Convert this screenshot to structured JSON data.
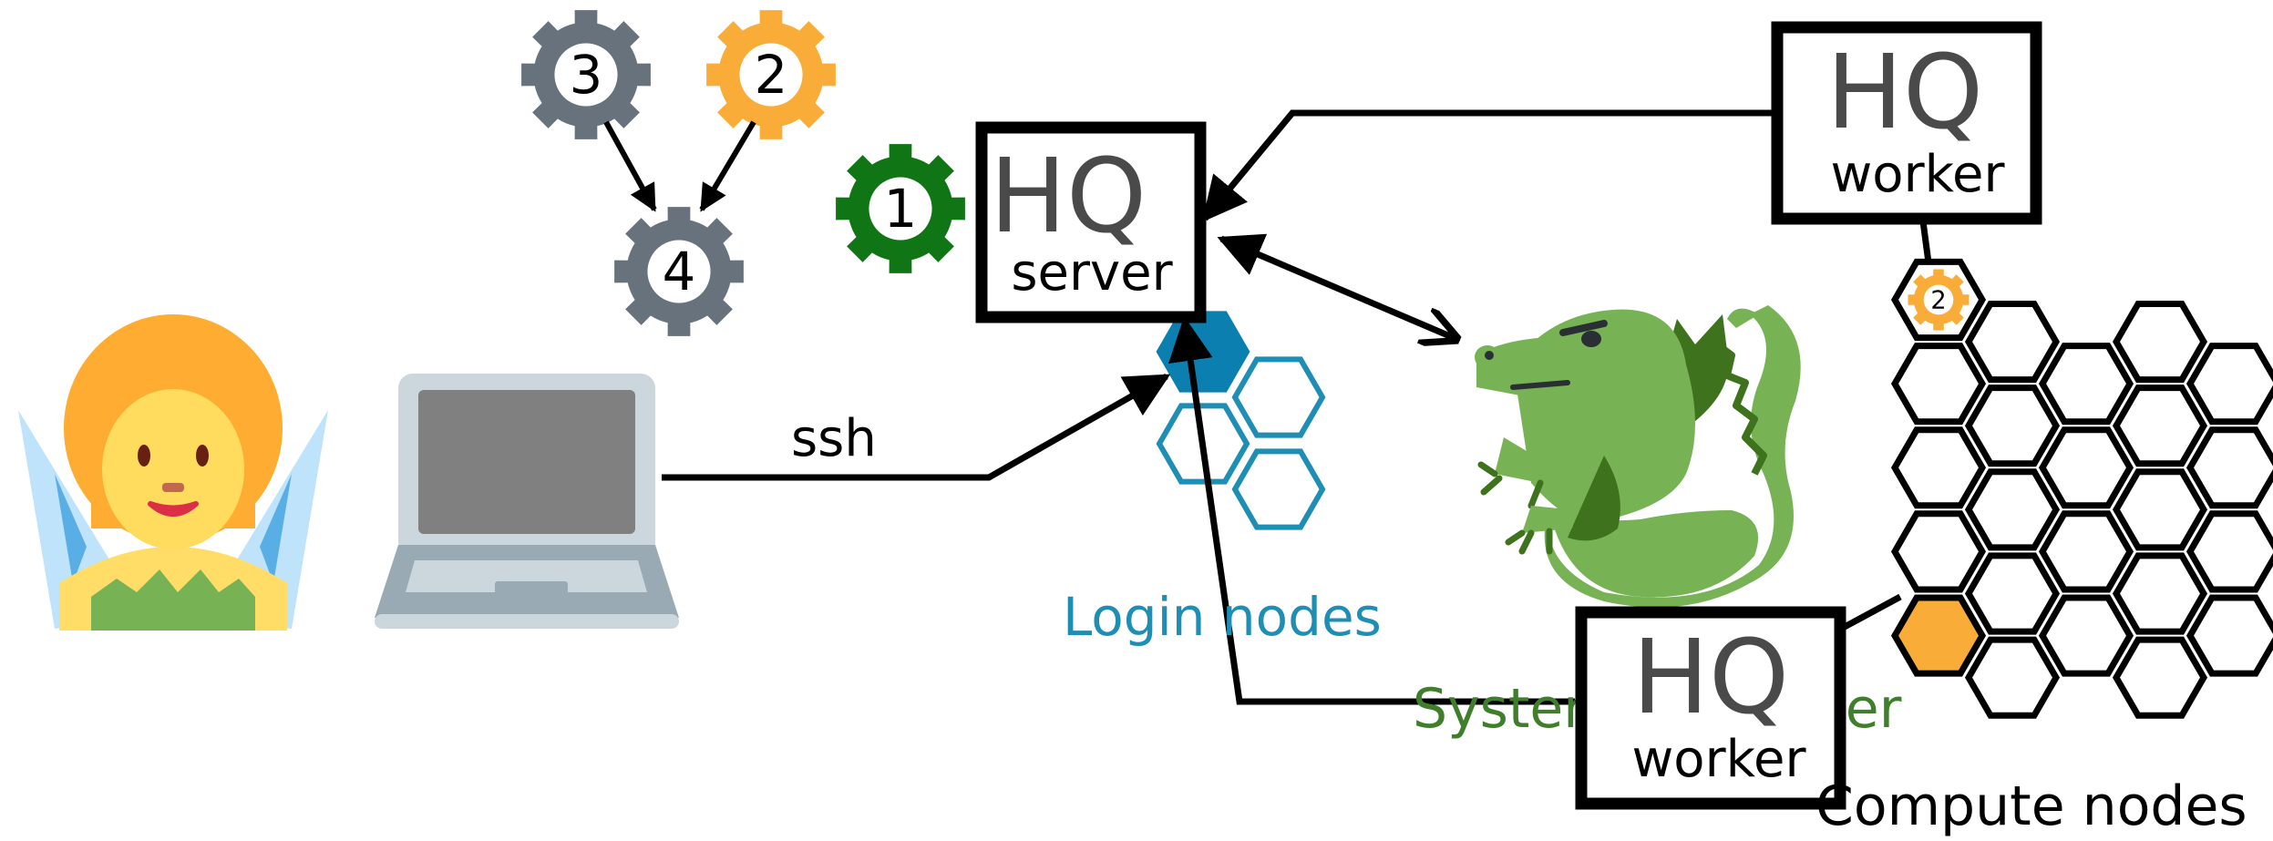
{
  "labels": {
    "ssh": "ssh",
    "login_nodes": "Login nodes",
    "system_label": "System scheduler",
    "compute_nodes": "Compute nodes"
  },
  "server_box": {
    "line1": "HQ",
    "line2": "server"
  },
  "worker_top": {
    "line1": "HQ",
    "line2": "worker"
  },
  "worker_bottom": {
    "line1": "HQ",
    "line2": "worker"
  },
  "gears": {
    "task1": "1",
    "task2": "2",
    "task3": "3",
    "task4": "4",
    "compute_task": "2"
  },
  "colors": {
    "gear_gray": "#67727d",
    "gear_orange": "#f9ad38",
    "gear_green": "#0f7515",
    "login_blue": "#1f8eb5",
    "login_fill": "#0a7fb0",
    "scheduler_green": "#3f7e2a",
    "dragon_green": "#77b255",
    "compute_orange": "#f9ad38"
  },
  "icons": [
    "fairy-icon",
    "laptop-icon",
    "dragon-icon",
    "gear-icon",
    "hexagon-icon"
  ]
}
